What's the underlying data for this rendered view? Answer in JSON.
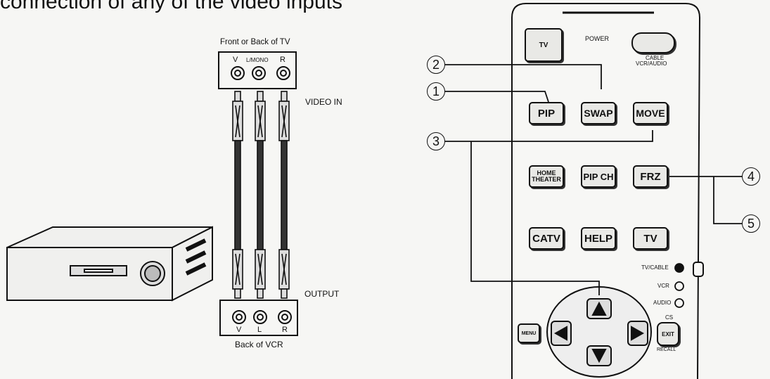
{
  "header_text": "connection of any of the video inputs",
  "tv_panel": {
    "title": "Front or Back of TV",
    "jacks": [
      "V",
      "L/MONO",
      "R"
    ],
    "label": "VIDEO IN"
  },
  "vcr_panel": {
    "label": "OUTPUT",
    "jacks": [
      "V",
      "L",
      "R"
    ],
    "title": "Back of VCR"
  },
  "remote": {
    "top": {
      "tv": "TV",
      "power": "POWER",
      "cable": "CABLE",
      "cable_sub": "VCR/AUDIO"
    },
    "row1": [
      "PIP",
      "SWAP",
      "MOVE"
    ],
    "row2": [
      "HOME THEATER",
      "PIP CH",
      "FRZ"
    ],
    "row3": [
      "CATV",
      "HELP",
      "TV"
    ],
    "modes": [
      "TV/CABLE",
      "VCR",
      "AUDIO"
    ],
    "menu": "MENU",
    "exit": "EXIT",
    "exit_top": "CS",
    "exit_bottom": "RECALL"
  },
  "callouts": [
    "1",
    "2",
    "3",
    "4",
    "5"
  ]
}
